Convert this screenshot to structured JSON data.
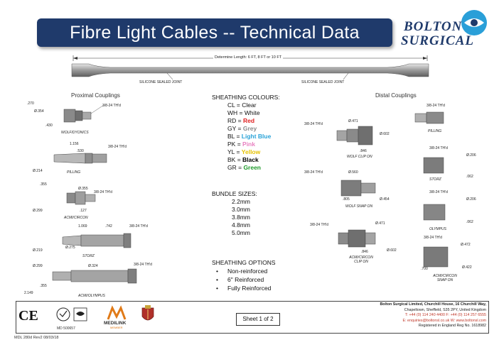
{
  "header": {
    "title": "Fibre Light Cables   --   Technical Data",
    "brand_line1": "BOLTON",
    "brand_line2": "SURGICAL"
  },
  "cable": {
    "length_label": "Determine Length: 6 FT, 8 FT or 10 FT",
    "joint_left": "SILICONE SEALED JOINT",
    "joint_right": "SILICONE SEALED JOINT"
  },
  "proximal": {
    "heading": "Proximal Couplings",
    "items": [
      {
        "name": "WOLF/DYONICS",
        "dims": [
          ".270",
          "Ø.354",
          ".430"
        ],
        "thread": "3/8-24 TH'd"
      },
      {
        "name": "PILLING",
        "dims": [
          "1.156",
          ".530",
          "Ø.214"
        ],
        "thread": "3/8-24 TH'd"
      },
      {
        "name": "ACMI/CIRCON",
        "dims": [
          ".355",
          "Ø.355",
          "Ø.299",
          ".127"
        ],
        "thread": "3/8-24 TH'd"
      },
      {
        "name": "STORZ",
        "dims": [
          "1.069",
          ".742",
          "Ø.219",
          "Ø.275"
        ],
        "thread": "3/8-24 TH'd"
      },
      {
        "name": "ACMI/OLYMPUS",
        "dims": [
          "Ø.299",
          "Ø.324",
          ".355",
          "2.149"
        ],
        "thread": "3/8-24 TH'd"
      }
    ]
  },
  "distal": {
    "heading": "Distal Couplings",
    "items": [
      {
        "name": "WOLF CLIP ON",
        "dims": [
          "Ø.471",
          "Ø.602",
          ".846"
        ],
        "thread": "3/8-24 TH'd"
      },
      {
        "name": "WOLF SNAP ON",
        "dims": [
          "Ø.560",
          ".805",
          "Ø.454"
        ],
        "thread": "3/8-24 TH'd"
      },
      {
        "name": "ACMI/CIRCON CLIP ON",
        "dims": [
          "Ø.471",
          ".846",
          "Ø.602"
        ],
        "thread": "3/8-24 TH'd"
      },
      {
        "name": "PILLING",
        "dims": [],
        "thread": "3/8-24 TH'd"
      },
      {
        "name": "STORZ",
        "dims": [
          "Ø.206",
          ".062"
        ],
        "thread": "3/8-24 TH'd"
      },
      {
        "name": "OLYMPUS",
        "dims": [
          "Ø.206",
          ".062"
        ],
        "thread": "3/8-24 TH'd"
      },
      {
        "name": "ACMI/CIRCON SNAP ON",
        "dims": [
          "Ø.472",
          ".700",
          "Ø.422"
        ],
        "thread": "3/8-24 TH'd"
      }
    ]
  },
  "sheathing_colours": {
    "title": "SHEATHING COLOURS:",
    "items": [
      {
        "code": "CL",
        "name": "Clear",
        "color": "#111111"
      },
      {
        "code": "WH",
        "name": "White",
        "color": "#111111"
      },
      {
        "code": "RD",
        "name": "Red",
        "color": "#e02020"
      },
      {
        "code": "GY",
        "name": "Grey",
        "color": "#8a8a8a"
      },
      {
        "code": "BL",
        "name": "Light Blue",
        "color": "#2aa3d8"
      },
      {
        "code": "PK",
        "name": "Pink",
        "color": "#e880c0"
      },
      {
        "code": "YL",
        "name": "Yellow",
        "color": "#e6c200"
      },
      {
        "code": "BK",
        "name": "Black",
        "color": "#000000"
      },
      {
        "code": "GR",
        "name": "Green",
        "color": "#1e9a2a"
      }
    ]
  },
  "bundle_sizes": {
    "title": "BUNDLE SIZES:",
    "items": [
      "2.2mm",
      "3.0mm",
      "3.8mm",
      "4.8mm",
      "5.0mm"
    ]
  },
  "sheathing_options": {
    "title": "SHEATHING OPTIONS",
    "items": [
      "Non-reinforced",
      "6\" Reinforced",
      "Fully Reinforced"
    ]
  },
  "footer": {
    "sheet": "Sheet 1 of 2",
    "md_ref": "MD 500657",
    "medilink": "MEDILINK",
    "medilink_sub": "MEMBER",
    "ce": "CE",
    "address_lines": [
      "Bolton Surgical Limited,   Churchill House,   16 Churchill Way,",
      "Chapeltown,   Sheffield,   S35 2PY,   United Kingdom",
      "T: +44 (0) 114 240 4400          F: +44 (0) 114 257 6555",
      "E: enquiries@boltonsl.co.uk        W: www.boltonsl.com",
      "Registered in England Reg No. 1618982"
    ],
    "doc_ref": "MDL 280d   Rev2  08/03/18"
  }
}
